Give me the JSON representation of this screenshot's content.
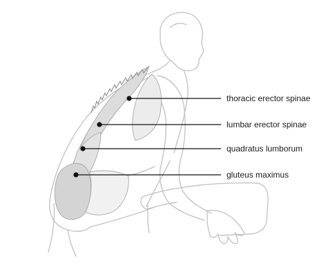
{
  "labels": [
    {
      "id": "thoracic",
      "text": "thoracic erector spinae"
    },
    {
      "id": "lumbar",
      "text": "lumbar erector spinae"
    },
    {
      "id": "quadratus",
      "text": "quadratus lumborum"
    },
    {
      "id": "gluteus",
      "text": "gluteus maximus"
    }
  ],
  "colors": {
    "outline": "#c9c9c9",
    "muscle_fill": "#e4e4e4",
    "muscle_fill_dark": "#d2d2d2",
    "leader": "#111111"
  }
}
